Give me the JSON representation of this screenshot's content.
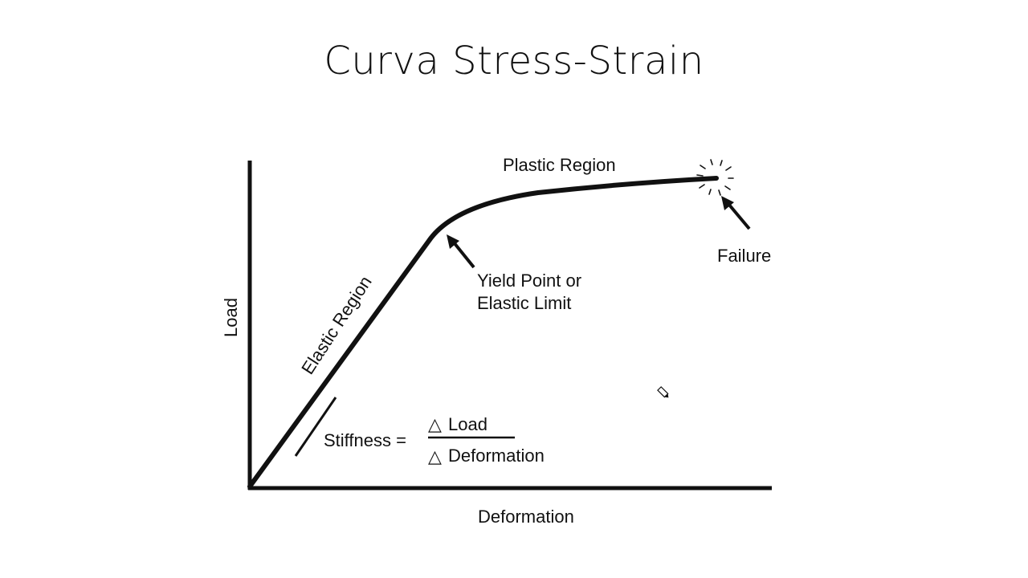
{
  "slide": {
    "title": "Curva Stress-Strain"
  },
  "diagram": {
    "axes": {
      "y_label": "Load",
      "x_label": "Deformation"
    },
    "regions": {
      "plastic": "Plastic Region",
      "elastic": "Elastic Region"
    },
    "annotations": {
      "yield_line1": "Yield Point or",
      "yield_line2": "Elastic Limit",
      "failure": "Failure"
    },
    "stiffness": {
      "label": "Stiffness =",
      "delta_symbol": "△",
      "numerator": "Load",
      "denominator": "Deformation"
    }
  },
  "icons": {
    "failure_burst": "burst-icon",
    "cursor": "pencil-cursor-icon"
  },
  "colors": {
    "ink": "#111111",
    "background": "#ffffff"
  }
}
